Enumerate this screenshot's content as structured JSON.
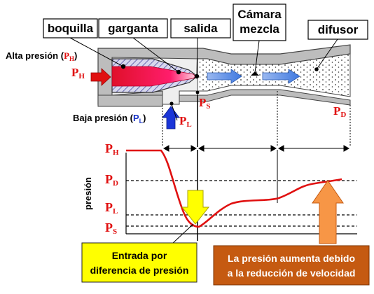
{
  "labels": {
    "boquilla": "boquilla",
    "garganta": "garganta",
    "salida": "salida",
    "camara_line1": "Cámara",
    "camara_line2": "mezcla",
    "difusor": "difusor"
  },
  "pressures": {
    "alta_prefix": "Alta presión (",
    "alta_suffix": ")",
    "baja_prefix": "Baja presión (",
    "baja_suffix": ")",
    "P": "P",
    "sub_H": "H",
    "sub_L": "L",
    "sub_S": "S",
    "sub_D": "D"
  },
  "graph": {
    "ylabel": "presión"
  },
  "notes": {
    "entrada_line1": "Entrada por",
    "entrada_line2": "diferencia de presión",
    "aumenta_line1": "La presión aumenta debido",
    "aumenta_line2": "a la reducción de velocidad"
  },
  "colors": {
    "high_pressure": "#e01010",
    "low_pressure": "#1a35c8",
    "entrada_box": "#ffff00",
    "aumenta_box": "#c55a11",
    "aumenta_arrow": "#f79646",
    "curve": "#e01010"
  }
}
